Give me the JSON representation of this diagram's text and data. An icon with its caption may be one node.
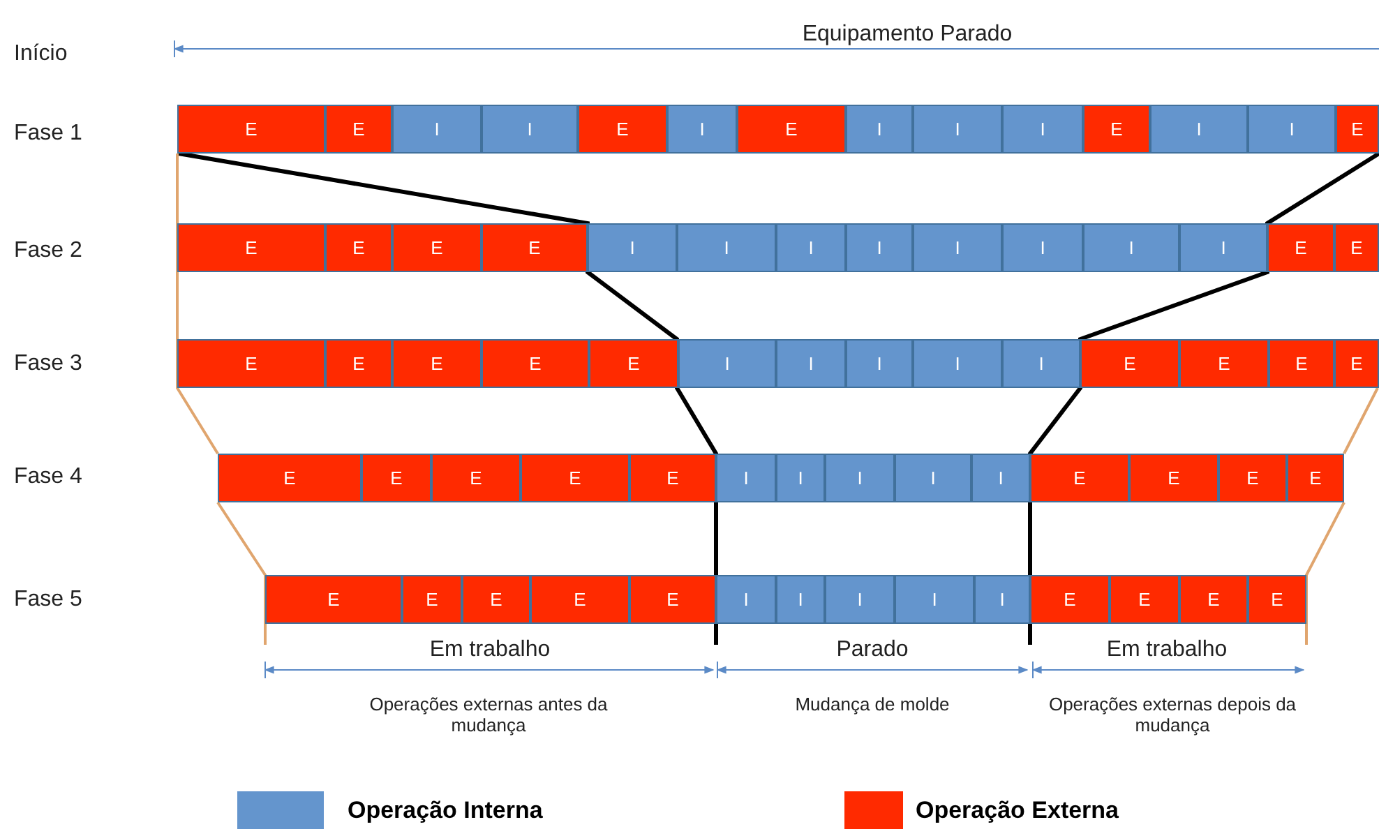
{
  "diagram": {
    "nodes": [
      {
        "text": [
          "E"
        ]
      },
      {
        "text": [
          "E"
        ]
      },
      {
        "text": [
          "I"
        ]
      },
      {
        "text": [
          "I"
        ]
      },
      {
        "text": [
          "E"
        ]
      },
      {
        "text": [
          "I"
        ]
      },
      {
        "text": [
          "E"
        ]
      },
      {
        "text": [
          "I"
        ]
      },
      {
        "text": [
          "I"
        ]
      },
      {
        "text": [
          "I"
        ]
      },
      {
        "text": [
          "E"
        ]
      },
      {
        "text": [
          "I"
        ]
      },
      {
        "text": [
          "I"
        ]
      },
      {
        "text": [
          "E"
        ]
      },
      {
        "text": [
          "E"
        ]
      },
      {
        "text": [
          "E"
        ]
      },
      {
        "text": [
          "E"
        ]
      },
      {
        "text": [
          "E"
        ]
      },
      {
        "text": [
          "I"
        ]
      },
      {
        "text": [
          "I"
        ]
      },
      {
        "text": [
          "I"
        ]
      },
      {
        "text": [
          "I"
        ]
      },
      {
        "text": [
          "I"
        ]
      },
      {
        "text": [
          "I"
        ]
      },
      {
        "text": [
          "I"
        ]
      },
      {
        "text": [
          "I"
        ]
      },
      {
        "text": [
          "E"
        ]
      },
      {
        "text": [
          "E"
        ]
      },
      {
        "text": [
          "E"
        ]
      },
      {
        "text": [
          "E"
        ]
      },
      {
        "text": [
          "E"
        ]
      },
      {
        "text": [
          "E"
        ]
      },
      {
        "text": [
          "E"
        ]
      },
      {
        "text": [
          "I"
        ]
      },
      {
        "text": [
          "I"
        ]
      },
      {
        "text": [
          "I"
        ]
      },
      {
        "text": [
          "I"
        ]
      },
      {
        "text": [
          "I"
        ]
      },
      {
        "text": [
          "E"
        ]
      },
      {
        "text": [
          "E"
        ]
      },
      {
        "text": [
          "E"
        ]
      },
      {
        "text": [
          "E"
        ]
      },
      {
        "text": [
          "E"
        ]
      },
      {
        "text": [
          "E"
        ]
      },
      {
        "text": [
          "E"
        ]
      },
      {
        "text": [
          "E"
        ]
      },
      {
        "text": [
          "E"
        ]
      },
      {
        "text": [
          "I"
        ]
      },
      {
        "text": [
          "I"
        ]
      },
      {
        "text": [
          "I"
        ]
      },
      {
        "text": [
          "I"
        ]
      },
      {
        "text": [
          "I"
        ]
      },
      {
        "text": [
          "E"
        ]
      },
      {
        "text": [
          "E"
        ]
      },
      {
        "text": [
          "E"
        ]
      },
      {
        "text": [
          "E"
        ]
      },
      {
        "text": [
          "E"
        ]
      },
      {
        "text": [
          "E"
        ]
      },
      {
        "text": [
          "E"
        ]
      },
      {
        "text": [
          "E"
        ]
      },
      {
        "text": [
          "E"
        ]
      },
      {
        "text": [
          "I"
        ]
      },
      {
        "text": [
          "I"
        ]
      },
      {
        "text": [
          "I"
        ]
      },
      {
        "text": [
          "I"
        ]
      },
      {
        "text": [
          "I"
        ]
      },
      {
        "text": [
          "E"
        ]
      },
      {
        "text": [
          "E"
        ]
      },
      {
        "text": [
          "E"
        ]
      },
      {
        "text": [
          "E"
        ]
      }
    ],
    "labels": [
      "Equipamento Parado",
      "Início",
      "Fase 1",
      "Fase 2",
      "Fase 3",
      "Fase 4",
      "Fase 5",
      "Em trabalho",
      "Parado",
      "Em trabalho",
      "Operações externas antes da mudança",
      "Mudança de molde",
      "Operações externas depois da mudança"
    ],
    "legend": [
      {
        "text": "Operação Interna",
        "color": "#6495cd"
      },
      {
        "text": "Operação Externa",
        "color": "#ff2a00"
      }
    ]
  }
}
